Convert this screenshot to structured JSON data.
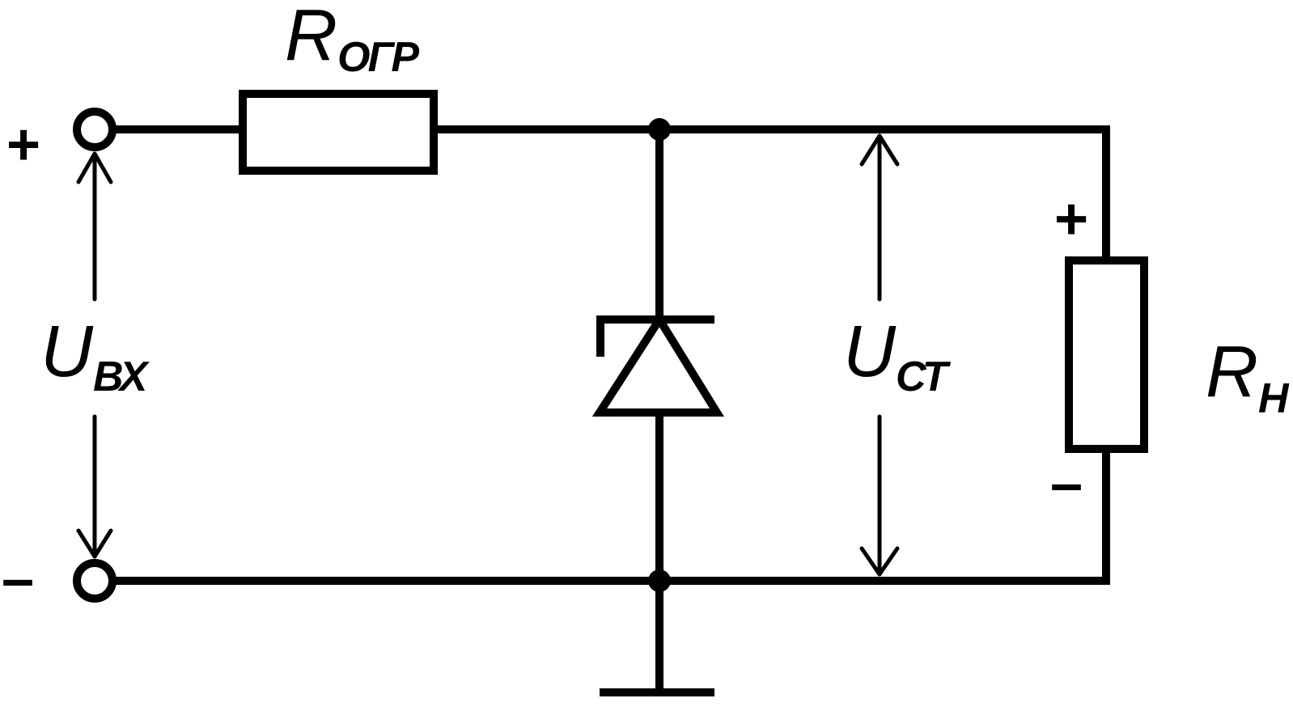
{
  "labels": {
    "r_limit": {
      "main": "R",
      "sub": "ОГР"
    },
    "r_load": {
      "main": "R",
      "sub": "Н"
    },
    "u_in": {
      "main": "U",
      "sub": "ВХ"
    },
    "u_st": {
      "main": "U",
      "sub": "СТ"
    }
  },
  "signs": {
    "input_plus": "+",
    "input_minus": "–",
    "load_plus": "+",
    "load_minus": "–"
  }
}
